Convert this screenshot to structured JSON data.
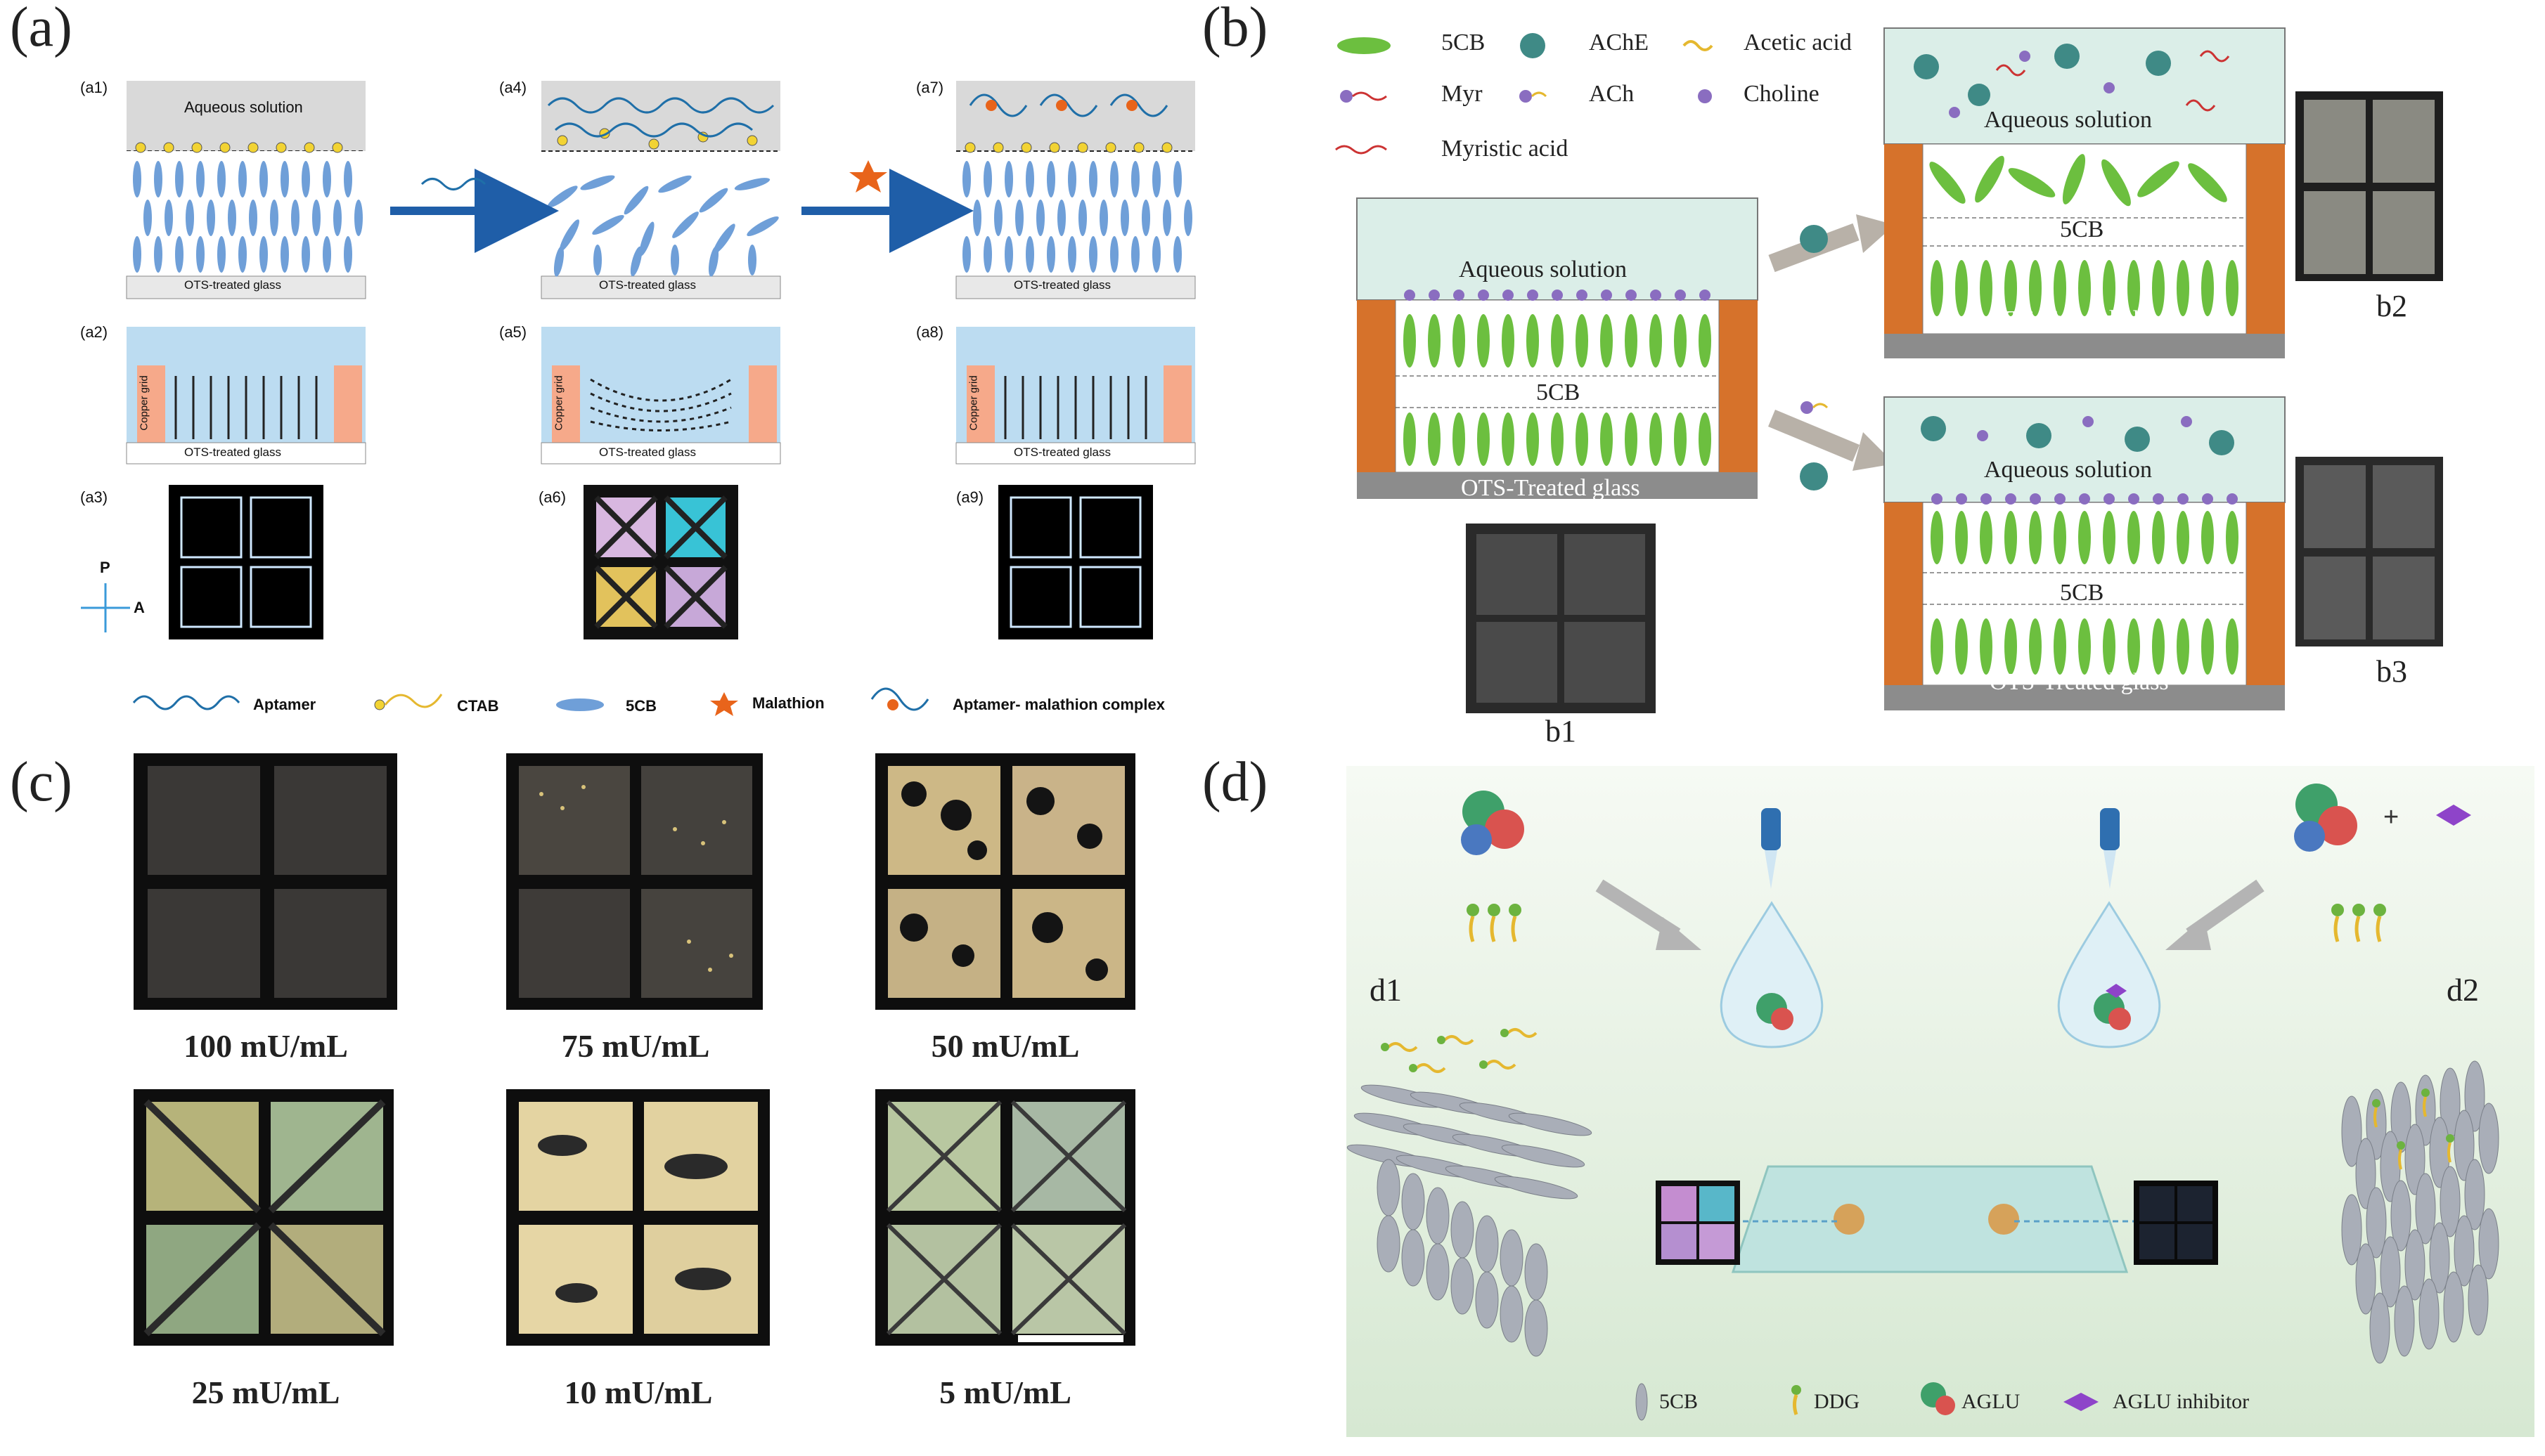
{
  "panels": {
    "a": {
      "letter": "(a)",
      "sublabels": [
        "(a1)",
        "(a2)",
        "(a3)",
        "(a4)",
        "(a5)",
        "(a6)",
        "(a7)",
        "(a8)",
        "(a9)"
      ],
      "aqueous_label": "Aqueous solution",
      "glass_label": "OTS-treated glass",
      "copper_label": "Copper grid",
      "polarizer": {
        "p": "P",
        "a": "A"
      },
      "legend": [
        "Aptamer",
        "CTAB",
        "5CB",
        "Malathion",
        "Aptamer- malathion complex"
      ],
      "colors": {
        "aqueous": "#d9d9d9",
        "lc": "#6f9fd8",
        "arrow": "#1f5ea8",
        "malathion": "#e8641b",
        "copper": "#f6a98a",
        "water": "#bcdcf1"
      }
    },
    "b": {
      "letter": "(b)",
      "legend": [
        "5CB",
        "AChE",
        "Acetic acid",
        "Myr",
        "ACh",
        "Choline",
        "Myristic acid"
      ],
      "aqueous_label": "Aqueous solution",
      "lc_label": "5CB",
      "glass_label": "OTS-Treated glass",
      "glass_label_b2": "OTS-Treated glass",
      "sublabels": [
        "b1",
        "b2",
        "b3"
      ],
      "colors": {
        "lc": "#6cbf3f",
        "wall": "#d6722b",
        "aqueous": "#dbeee8",
        "glass": "#8c8c8c"
      }
    },
    "c": {
      "letter": "(c)",
      "concentrations": [
        "100 mU/mL",
        "75 mU/mL",
        "50 mU/mL",
        "25 mU/mL",
        "10 mU/mL",
        "5 mU/mL"
      ]
    },
    "d": {
      "letter": "(d)",
      "sublabels": [
        "d1",
        "d2"
      ],
      "legend": [
        "5CB",
        "DDG",
        "AGLU",
        "AGLU inhibitor"
      ],
      "colors": {
        "background": "#e2efe0",
        "inhibitor": "#8e44c9"
      }
    }
  }
}
